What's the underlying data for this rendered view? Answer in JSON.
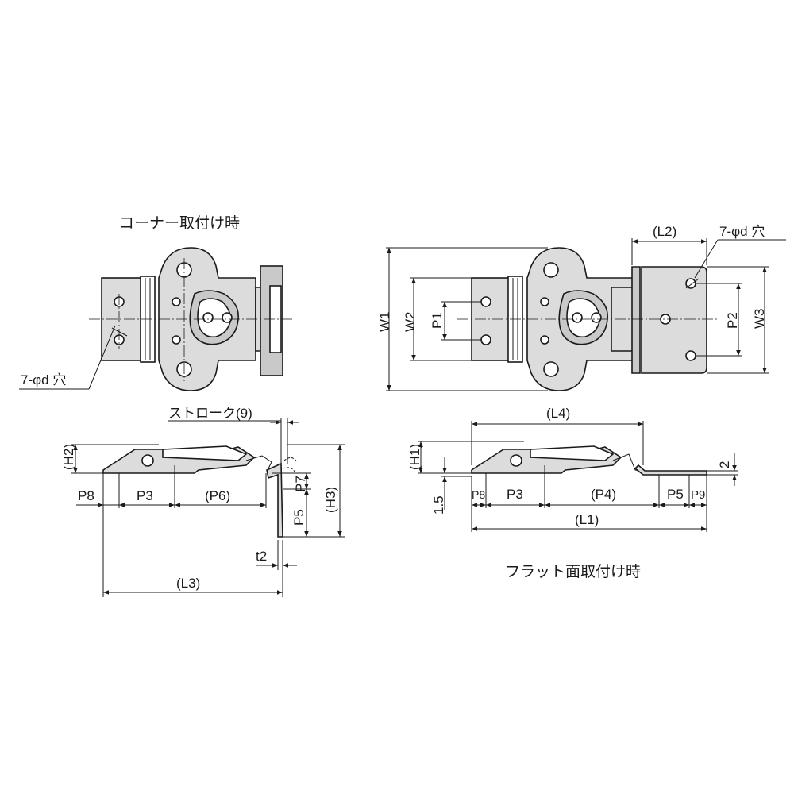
{
  "titles": {
    "corner": "コーナー取付け時",
    "flat": "フラット面取付け時"
  },
  "callouts": {
    "holes_left": "7-φd 穴",
    "holes_right": "7-φd 穴",
    "stroke": "ストローク(9)"
  },
  "dims": {
    "corner_top": [],
    "corner_side": {
      "h2": "(H2)",
      "p8": "P8",
      "p3": "P3",
      "p6": "(P6)",
      "p7": "P7",
      "p5": "P5",
      "h3": "(H3)",
      "t2": "t2",
      "l3": "(L3)"
    },
    "flat_top": {
      "l2": "(L2)",
      "w1": "W1",
      "w2": "W2",
      "p1": "P1",
      "p2": "P2",
      "w3": "W3"
    },
    "flat_side": {
      "l4": "(L4)",
      "h1": "(H1)",
      "two": "2",
      "one_five": "1.5",
      "p8": "P8",
      "p3": "P3",
      "p4": "(P4)",
      "p5": "P5",
      "p9": "P9",
      "l1": "(L1)"
    }
  }
}
